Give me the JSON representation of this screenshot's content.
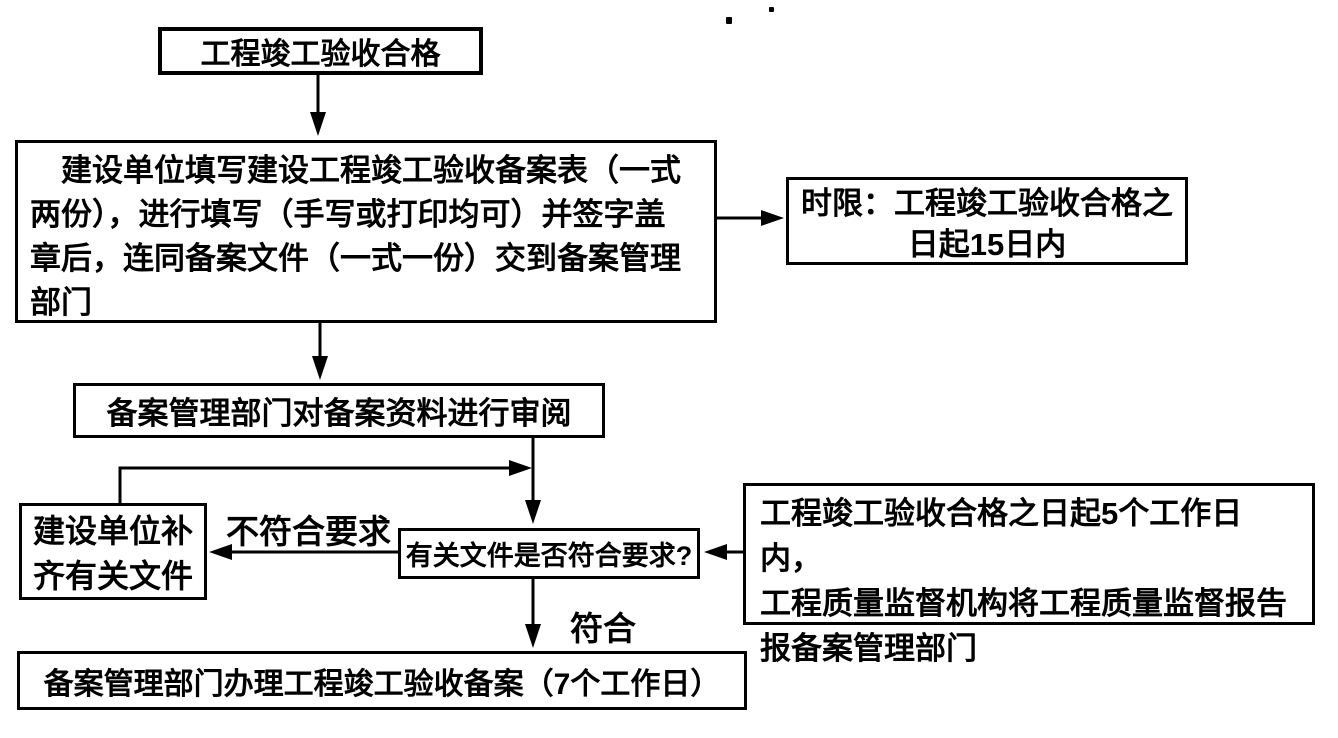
{
  "canvas": {
    "background_color": "#ffffff",
    "ink_color": "#000000"
  },
  "nodes": {
    "acceptance": {
      "label": "工程竣工验收合格"
    },
    "fill_form": {
      "lines": [
        "建设单位填写建设工程竣工验收备案表（一式",
        "两份），进行填写（手写或打印均可）并签字盖",
        "章后，连同备案文件（一式一份）交到备案管理",
        "部门"
      ]
    },
    "deadline": {
      "lines": [
        "时限：工程竣工验收合格之",
        "日起15日内"
      ]
    },
    "review": {
      "label": "备案管理部门对备案资料进行审阅"
    },
    "supplement": {
      "lines": [
        "建设单位补",
        "齐有关文件"
      ]
    },
    "decision": {
      "label": "有关文件是否符合要求?"
    },
    "supervision": {
      "lines": [
        "工程竣工验收合格之日起5个工作日内，",
        "工程质量监督机构将工程质量监督报告",
        "报备案管理部门"
      ]
    },
    "filing": {
      "label": "备案管理部门办理工程竣工验收备案（7个工作日）"
    }
  },
  "edge_labels": {
    "not_conform": "不符合要求",
    "conform": "符合"
  },
  "edges": [
    {
      "from": "acceptance",
      "to": "fill_form"
    },
    {
      "from": "fill_form",
      "to": "deadline"
    },
    {
      "from": "fill_form",
      "to": "review"
    },
    {
      "from": "review",
      "to": "decision"
    },
    {
      "from": "decision",
      "to": "supplement",
      "label": "不符合要求"
    },
    {
      "from": "supplement",
      "to": "decision"
    },
    {
      "from": "supervision",
      "to": "decision"
    },
    {
      "from": "decision",
      "to": "filing",
      "label": "符合"
    }
  ]
}
